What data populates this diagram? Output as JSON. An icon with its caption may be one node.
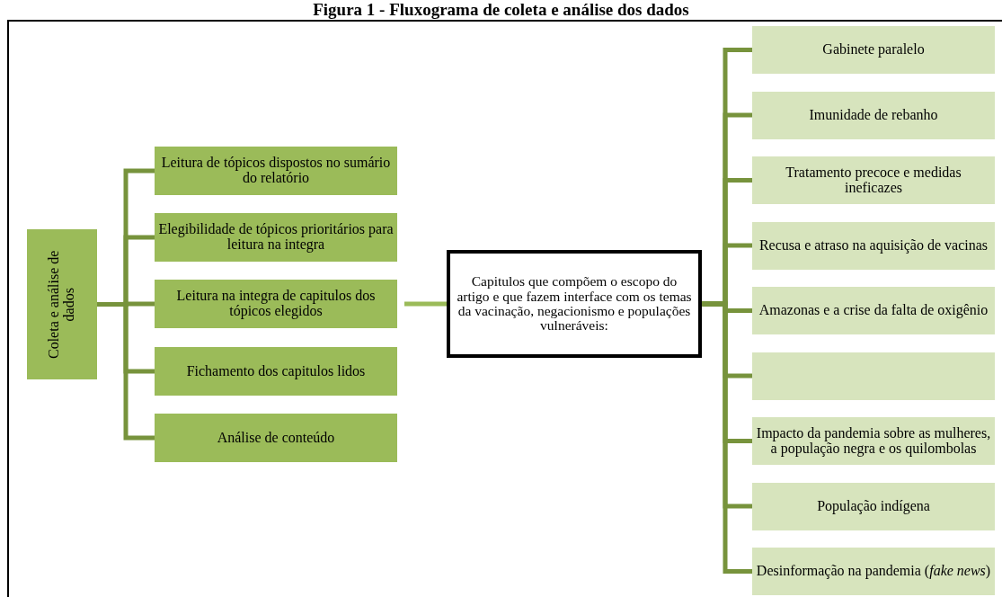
{
  "diagram": {
    "title": "Figura 1 - Fluxograma de coleta e análise dos dados",
    "nodes": [
      {
        "text": [
          "Coleta e análise de dados"
        ]
      },
      {
        "text": [
          "Leitura de tópicos dispostos no sumário do relatório"
        ]
      },
      {
        "text": [
          "Elegibilidade de tópicos prioritários para leitura na integra"
        ]
      },
      {
        "text": [
          "Leitura na integra de capitulos dos tópicos elegidos"
        ]
      },
      {
        "text": [
          "Fichamento dos capitulos lidos"
        ]
      },
      {
        "text": [
          "Análise de conteúdo"
        ]
      },
      {
        "text": [
          "Capitulos que compõem o escopo do artigo e que fazem interface com os temas da vacinação, negacionismo e populações vulneráveis:"
        ]
      },
      {
        "text": [
          "Gabinete paralelo"
        ]
      },
      {
        "text": [
          "Imunidade de rebanho"
        ]
      },
      {
        "text": [
          "Tratamento precoce e medidas ineficazes"
        ]
      },
      {
        "text": [
          "Recusa e atraso na aquisição de vacinas"
        ]
      },
      {
        "text": [
          "Amazonas e a crise da falta de oxigênio"
        ]
      },
      {
        "text": [],
        "shape": "box"
      },
      {
        "text": [
          "Impacto da pandemia sobre as mulheres, a população negra e os quilombolas"
        ]
      },
      {
        "text": [
          "População indígena"
        ]
      },
      {
        "text": [
          "Desinformação na pandemia (*fake news*)"
        ]
      }
    ],
    "edges": [
      {
        "from": 0,
        "to": 1,
        "arrow": "none"
      },
      {
        "from": 0,
        "to": 2,
        "arrow": "none"
      },
      {
        "from": 0,
        "to": 3,
        "arrow": "none"
      },
      {
        "from": 0,
        "to": 4,
        "arrow": "none"
      },
      {
        "from": 0,
        "to": 5,
        "arrow": "none"
      },
      {
        "from": 3,
        "to": 6,
        "arrow": "none"
      },
      {
        "from": 6,
        "to": 7,
        "arrow": "none"
      },
      {
        "from": 6,
        "to": 8,
        "arrow": "none"
      },
      {
        "from": 6,
        "to": 9,
        "arrow": "none"
      },
      {
        "from": 6,
        "to": 10,
        "arrow": "none"
      },
      {
        "from": 6,
        "to": 11,
        "arrow": "none"
      },
      {
        "from": 6,
        "to": 12,
        "arrow": "none"
      },
      {
        "from": 6,
        "to": 13,
        "arrow": "none"
      },
      {
        "from": 6,
        "to": 14,
        "arrow": "none"
      },
      {
        "from": 6,
        "to": 15,
        "arrow": "none"
      }
    ]
  }
}
